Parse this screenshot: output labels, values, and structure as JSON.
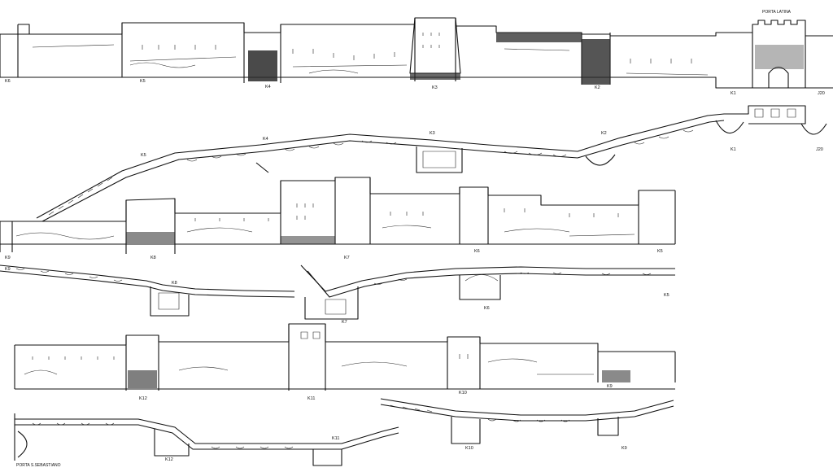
{
  "row1": {
    "towers": [
      "K6",
      "K5",
      "K4",
      "K3",
      "K2",
      "K1",
      "J20"
    ],
    "gate": "PORTA LATINA"
  },
  "row2": {
    "towers": [
      "K5",
      "K4",
      "K3",
      "K2",
      "K1",
      "J20"
    ]
  },
  "row3": {
    "towers": [
      "K9",
      "K8",
      "K7",
      "K6",
      "K5"
    ]
  },
  "row4": {
    "towers": [
      "K9",
      "K8",
      "K7",
      "K6",
      "K5"
    ]
  },
  "row5": {
    "towers": [
      "K12",
      "K11",
      "K10",
      "K9"
    ]
  },
  "row6": {
    "gate": "PORTA S.SEBASTIANO",
    "towers": [
      "K12",
      "K11",
      "K10",
      "K9"
    ]
  }
}
